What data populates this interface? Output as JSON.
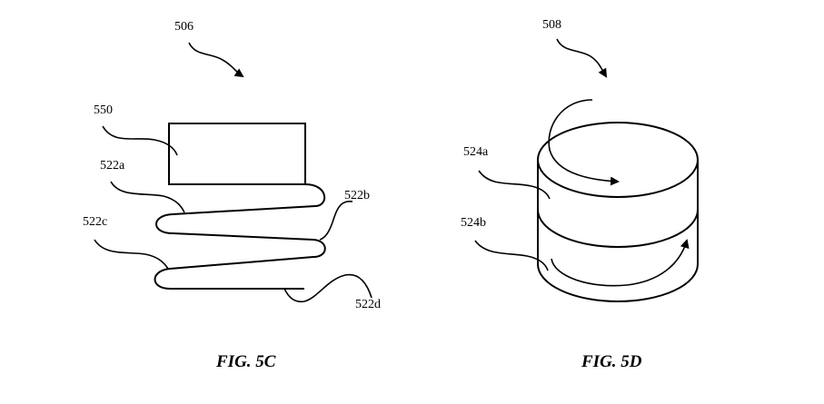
{
  "figures": [
    {
      "caption": "FIG. 5C",
      "reference": "506",
      "labels": {
        "block": "550",
        "spring_a": "522a",
        "spring_b": "522b",
        "spring_c": "522c",
        "spring_d": "522d"
      }
    },
    {
      "caption": "FIG. 5D",
      "reference": "508",
      "labels": {
        "upper_layer": "524a",
        "lower_layer": "524b"
      }
    }
  ]
}
